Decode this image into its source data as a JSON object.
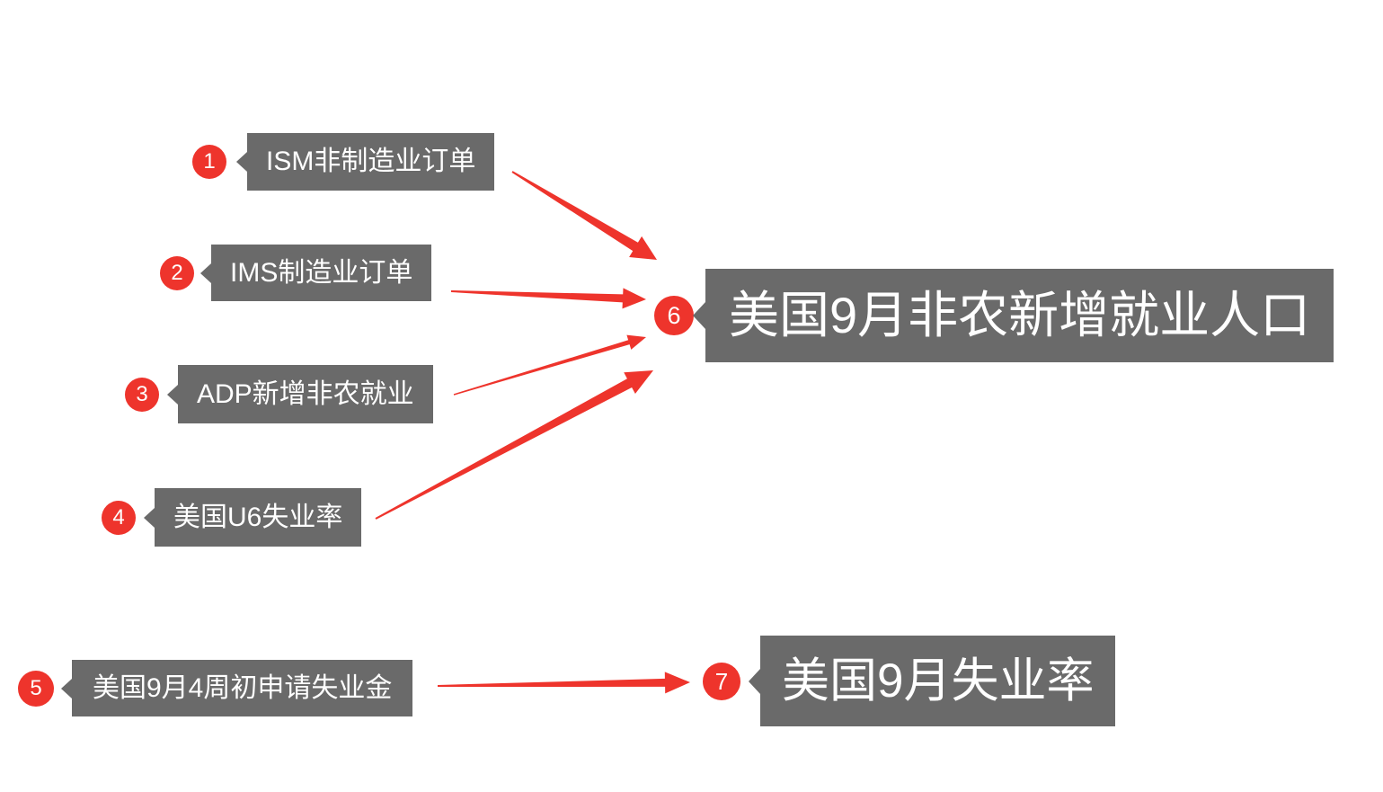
{
  "diagram": {
    "title": "US September employment indicators flow diagram",
    "background_color": "#ffffff",
    "accent_red": "#ee342c",
    "box_gray": "#6a6a6a",
    "box_text_color": "#ffffff",
    "nodes": [
      {
        "id": "1",
        "number": "1",
        "label": "ISM非制造业订单"
      },
      {
        "id": "2",
        "number": "2",
        "label": "IMS制造业订单"
      },
      {
        "id": "3",
        "number": "3",
        "label": "ADP新增非农就业"
      },
      {
        "id": "4",
        "number": "4",
        "label": "美国U6失业率"
      },
      {
        "id": "5",
        "number": "5",
        "label": "美国9月4周初申请失业金"
      },
      {
        "id": "6",
        "number": "6",
        "label": "美国9月非农新增就业人口"
      },
      {
        "id": "7",
        "number": "7",
        "label": "美国9月失业率"
      }
    ],
    "edges": [
      {
        "from": "1",
        "to": "6"
      },
      {
        "from": "2",
        "to": "6"
      },
      {
        "from": "3",
        "to": "6"
      },
      {
        "from": "4",
        "to": "6"
      },
      {
        "from": "5",
        "to": "7"
      }
    ]
  }
}
